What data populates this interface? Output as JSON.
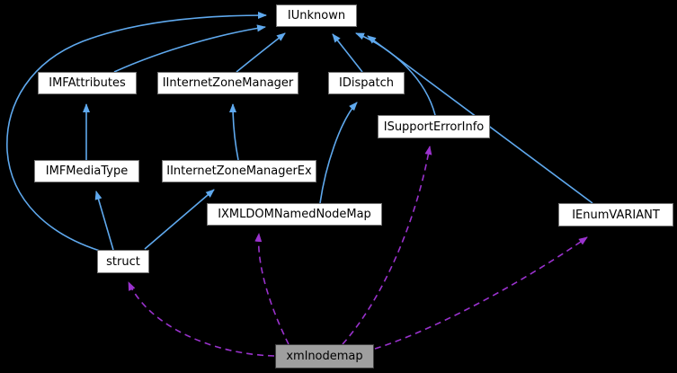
{
  "diagram": {
    "kind": "class-collaboration-graph",
    "nodes": {
      "iunknown": {
        "label": "IUnknown"
      },
      "imfattributes": {
        "label": "IMFAttributes"
      },
      "iinternetzonemanager": {
        "label": "IInternetZoneManager"
      },
      "idispatch": {
        "label": "IDispatch"
      },
      "isupporterrorinfo": {
        "label": "ISupportErrorInfo"
      },
      "imfmediatype": {
        "label": "IMFMediaType"
      },
      "iinternetzonemanagerex": {
        "label": "IInternetZoneManagerEx"
      },
      "ixmldomnamednodemap": {
        "label": "IXMLDOMNamedNodeMap"
      },
      "ienumvariant": {
        "label": "IEnumVARIANT"
      },
      "struct": {
        "label": "struct"
      },
      "xmlnodemap": {
        "label": "xmlnodemap"
      }
    },
    "edges": [
      {
        "from": "struct",
        "to": "IUnknown",
        "type": "inheritance"
      },
      {
        "from": "IMFAttributes",
        "to": "IUnknown",
        "type": "inheritance"
      },
      {
        "from": "IInternetZoneManager",
        "to": "IUnknown",
        "type": "inheritance"
      },
      {
        "from": "IDispatch",
        "to": "IUnknown",
        "type": "inheritance"
      },
      {
        "from": "ISupportErrorInfo",
        "to": "IUnknown",
        "type": "inheritance"
      },
      {
        "from": "IEnumVARIANT",
        "to": "IUnknown",
        "type": "inheritance"
      },
      {
        "from": "IMFMediaType",
        "to": "IMFAttributes",
        "type": "inheritance"
      },
      {
        "from": "IInternetZoneManagerEx",
        "to": "IInternetZoneManager",
        "type": "inheritance"
      },
      {
        "from": "IXMLDOMNamedNodeMap",
        "to": "IDispatch",
        "type": "inheritance"
      },
      {
        "from": "struct",
        "to": "IMFMediaType",
        "type": "inheritance"
      },
      {
        "from": "struct",
        "to": "IInternetZoneManagerEx",
        "type": "inheritance"
      },
      {
        "from": "xmlnodemap",
        "to": "struct",
        "type": "usage"
      },
      {
        "from": "xmlnodemap",
        "to": "IXMLDOMNamedNodeMap",
        "type": "usage"
      },
      {
        "from": "xmlnodemap",
        "to": "ISupportErrorInfo",
        "type": "usage"
      },
      {
        "from": "xmlnodemap",
        "to": "IEnumVARIANT",
        "type": "usage"
      }
    ],
    "colors": {
      "background": "#000000",
      "inheritance_edge": "#5fa9ee",
      "usage_edge": "#9a32cd",
      "node_fill": "#ffffff",
      "node_border": "#757575",
      "node_text": "#000000",
      "highlight_fill": "#9f9f9f",
      "highlight_border": "#3f3f3f"
    }
  }
}
